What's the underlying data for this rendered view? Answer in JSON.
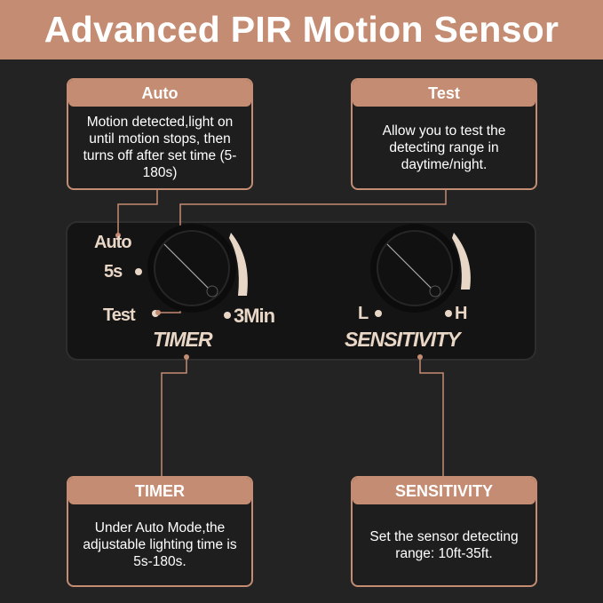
{
  "title": "Advanced PIR Motion Sensor",
  "callouts": {
    "auto": {
      "heading": "Auto",
      "text": "Motion detected,light on until motion stops, then turns off after set time (5-180s)"
    },
    "test": {
      "heading": "Test",
      "text": "Allow you to test the detecting range in daytime/night."
    },
    "timer": {
      "heading": "TIMER",
      "text": "Under Auto Mode,the adjustable lighting time is 5s-180s."
    },
    "sensitivity": {
      "heading": "SENSITIVITY",
      "text": "Set the sensor detecting range: 10ft-35ft."
    }
  },
  "panel": {
    "timer_labels": {
      "auto": "Auto",
      "min": "5s",
      "test": "Test",
      "max": "3Min",
      "name": "TIMER"
    },
    "sensitivity_labels": {
      "low": "L",
      "high": "H",
      "name": "SENSITIVITY"
    }
  },
  "colors": {
    "accent": "#c48c72",
    "background": "#232323",
    "panel": "#151515",
    "label": "#e8d6c6"
  }
}
